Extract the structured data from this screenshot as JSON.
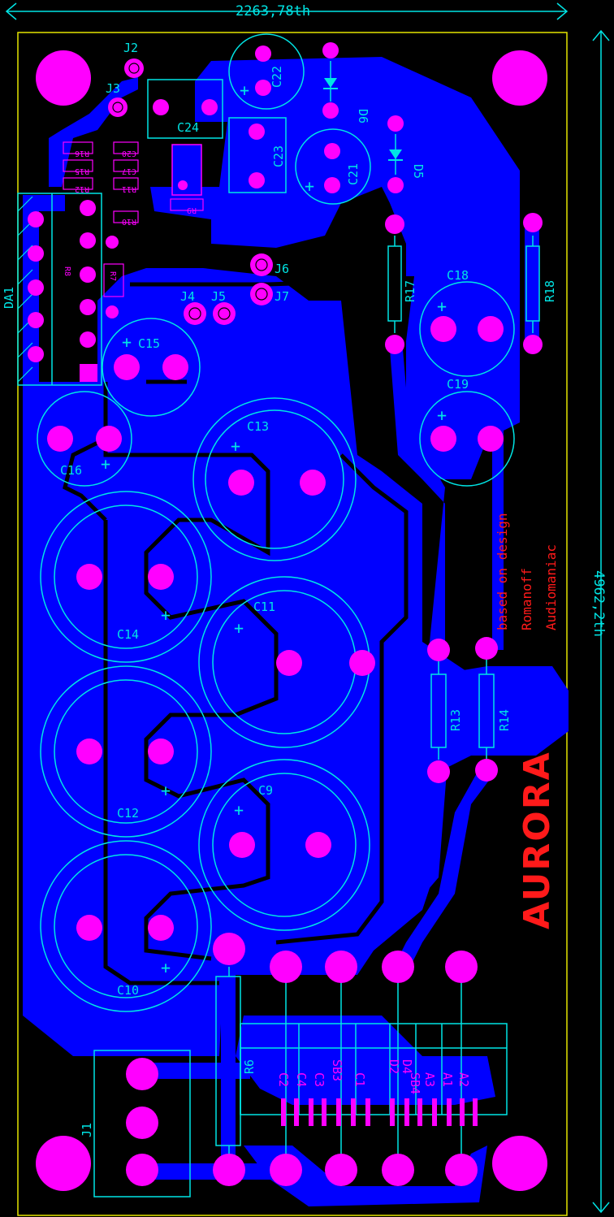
{
  "dimensions": {
    "width_label": "2263,78th",
    "height_label": "4962,2th"
  },
  "colors": {
    "background": "#000000",
    "copper": "#0000ff",
    "pad": "#ff00ff",
    "silk": "#00e5e5",
    "outline": "#e6e600",
    "text_red": "#ff1a1a",
    "trace_dark": "#000000"
  },
  "title_text": "AURORA",
  "credits": [
    "based on design",
    "Romanoff",
    "Audiomaniac"
  ],
  "labels": {
    "J2": "J2",
    "J3": "J3",
    "C22": "C22",
    "C24": "C24",
    "C23": "C23",
    "D6": "D6",
    "D5": "D5",
    "C21": "C21",
    "DA1": "DA1",
    "J6": "J6",
    "J7": "J7",
    "J4": "J4",
    "J5": "J5",
    "R17": "R17",
    "R18": "R18",
    "C18": "C18",
    "C19": "C19",
    "C15": "C15",
    "C16": "C16",
    "C13": "C13",
    "C14": "C14",
    "C11": "C11",
    "C12": "C12",
    "C9": "C9",
    "C10": "C10",
    "R13": "R13",
    "R14": "R14",
    "R6": "R6",
    "J1": "J1"
  },
  "smd_labels": [
    "R16",
    "R15",
    "R12",
    "C20",
    "C17",
    "R11",
    "R10",
    "R9",
    "R8",
    "R7"
  ],
  "bridge_pins": [
    "C2",
    "C4",
    "C3",
    "SB3",
    "C1",
    "D2",
    "D4",
    "SB4",
    "A3",
    "A1",
    "A2"
  ],
  "plus": "+"
}
